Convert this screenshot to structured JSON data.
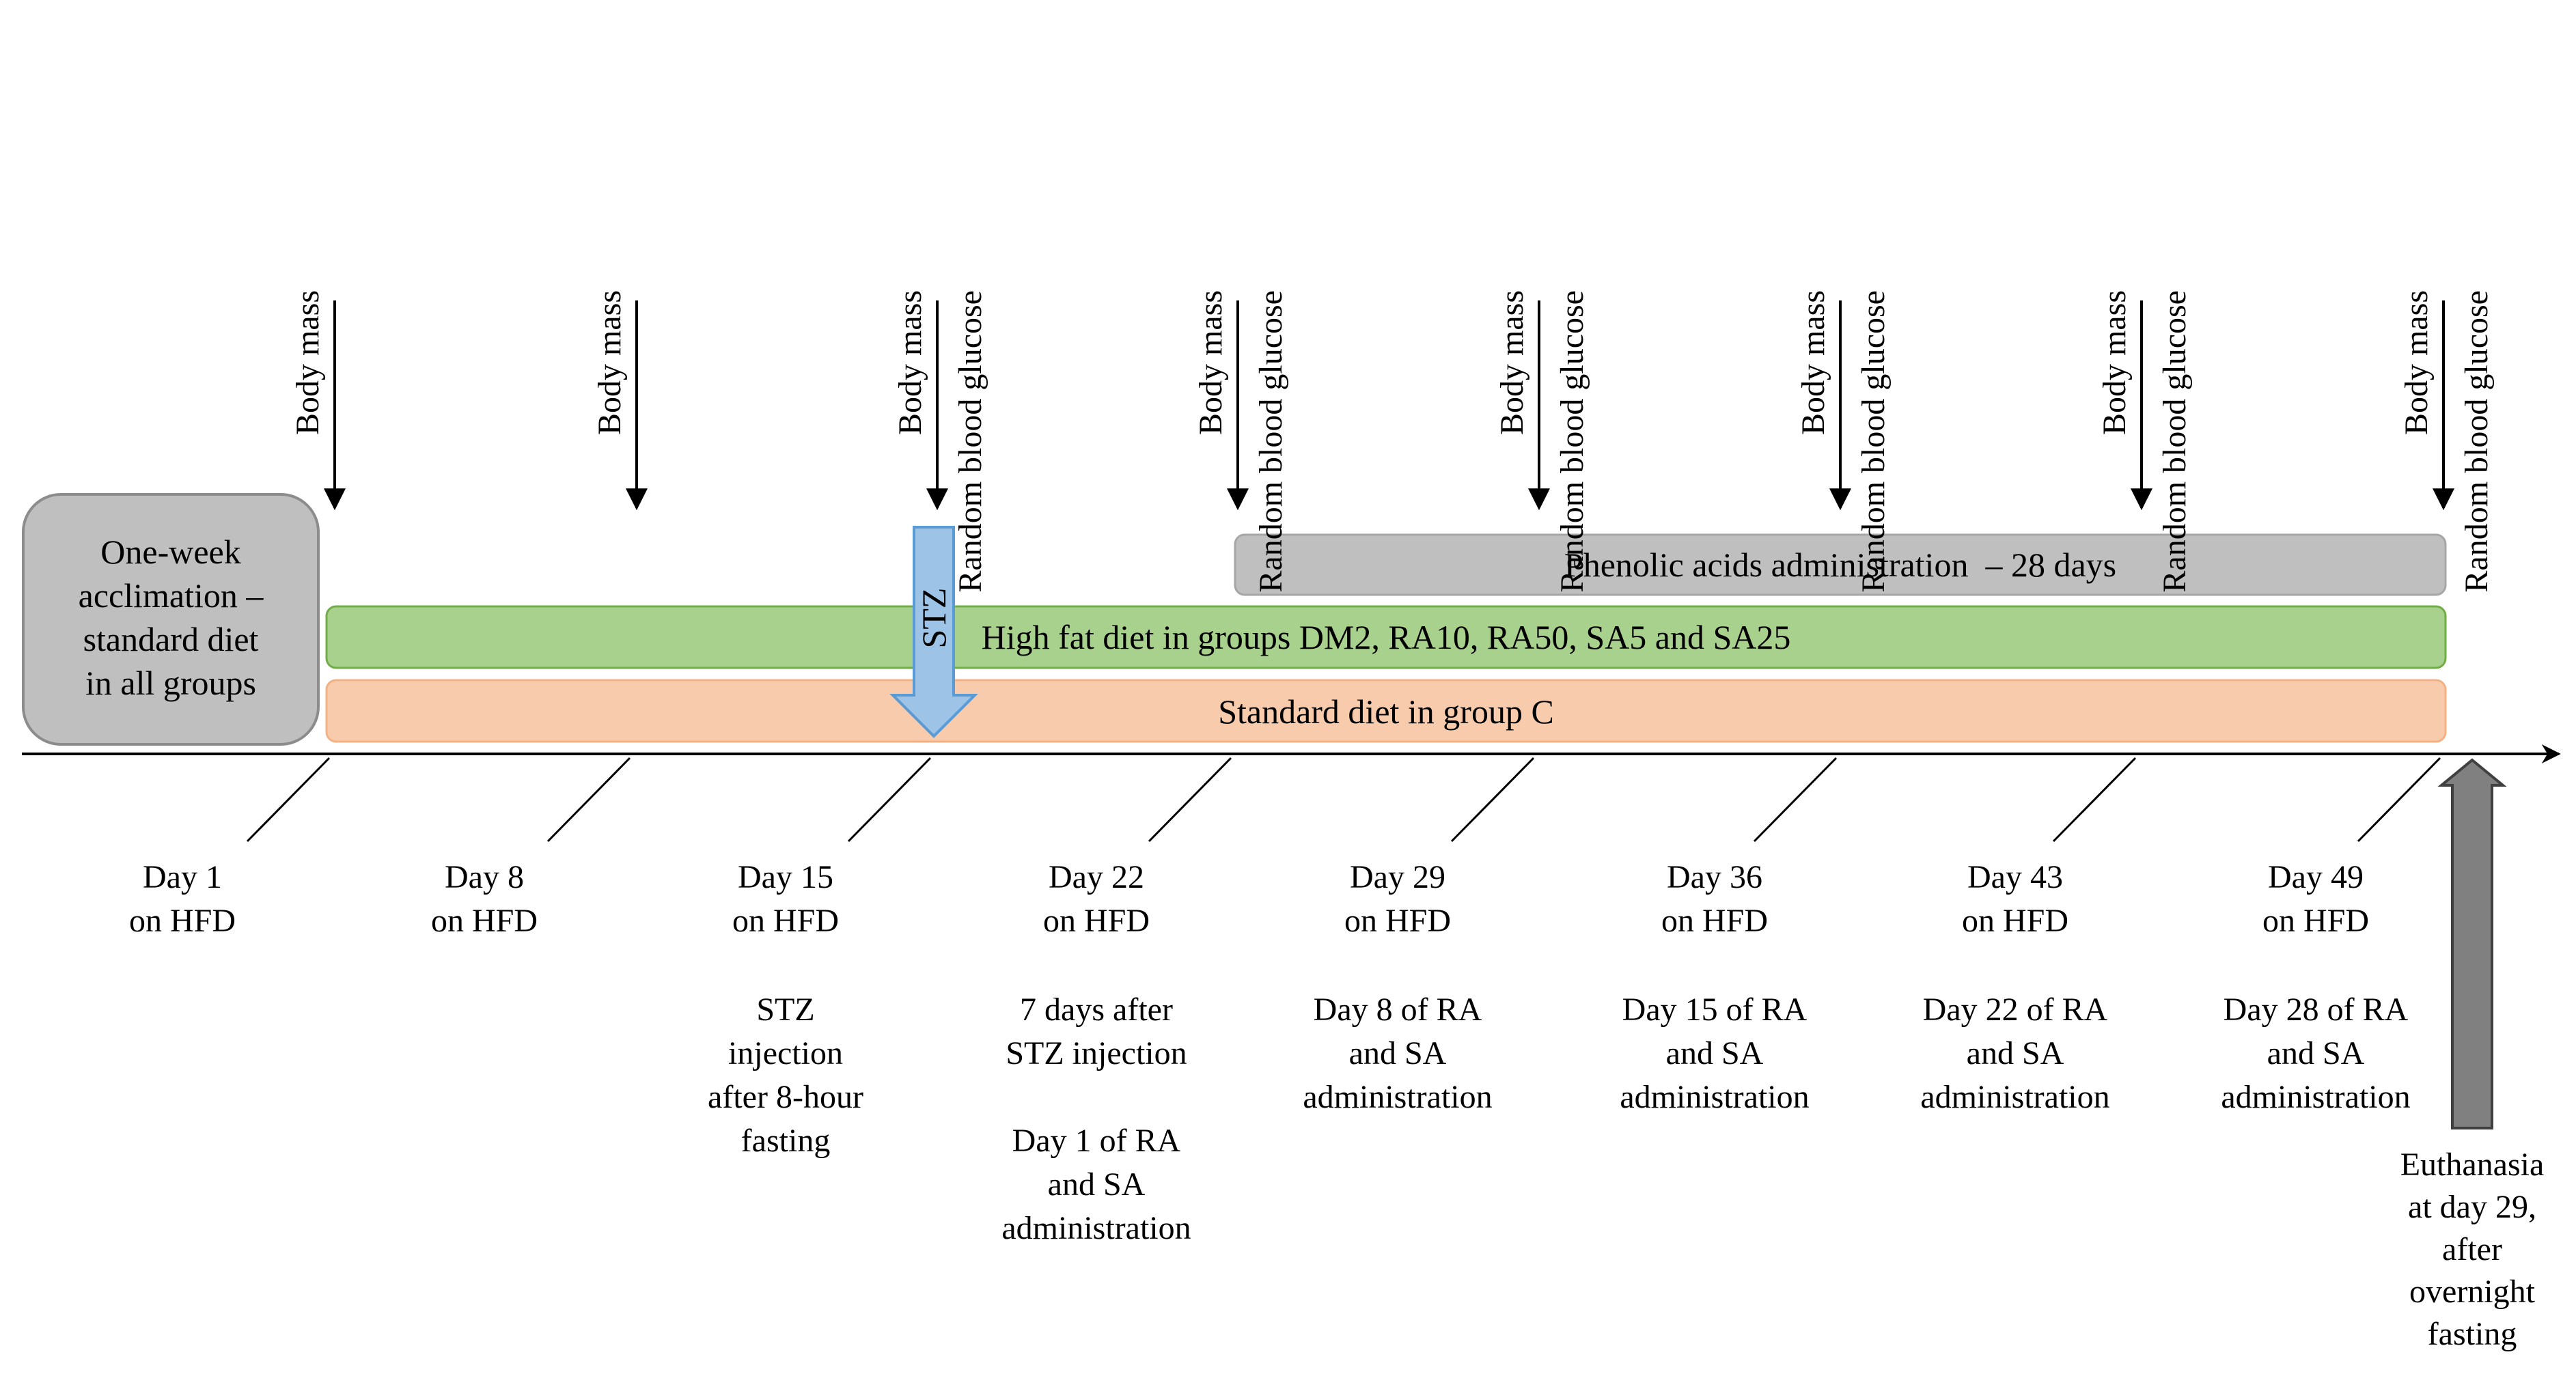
{
  "acclimation": {
    "lines": [
      "One-week",
      "acclimation –",
      "standard diet",
      "in all groups"
    ],
    "fill": "#bfbfbf",
    "stroke": "#8c8c8c"
  },
  "bars": {
    "phenolic": {
      "label": "Phenolic acids administration  – 28 days",
      "fill": "#bfbfbf",
      "stroke": "#a6a6a6"
    },
    "high_fat": {
      "label": "High fat diet in groups DM2, RA10, RA50, SA5 and SA25",
      "fill": "#a9d18e",
      "stroke": "#70ad47"
    },
    "standard": {
      "label": "Standard diet in group C",
      "fill": "#f8cbad",
      "stroke": "#f4b183"
    }
  },
  "stz_arrow": {
    "label": "STZ",
    "fill": "#9dc3e6",
    "stroke": "#5b9bd5"
  },
  "euthanasia_arrow": {
    "lines": [
      "Euthanasia",
      "at day 29,",
      "after",
      "overnight",
      "fasting"
    ],
    "fill": "#808080",
    "stroke": "#404040"
  },
  "measurements": [
    {
      "items": [
        "Body mass"
      ]
    },
    {
      "items": [
        "Body mass"
      ]
    },
    {
      "items": [
        "Body mass",
        "Random blood glucose"
      ]
    },
    {
      "items": [
        "Body mass",
        "Random blood glucose"
      ]
    },
    {
      "items": [
        "Body mass",
        "Random blood glucose"
      ]
    },
    {
      "items": [
        "Body mass",
        "Random blood glucose"
      ]
    },
    {
      "items": [
        "Body mass",
        "Random blood glucose"
      ]
    },
    {
      "items": [
        "Body mass",
        "Random blood glucose"
      ]
    }
  ],
  "days": [
    {
      "day": "Day 1",
      "sub": "on HFD",
      "notes": []
    },
    {
      "day": "Day 8",
      "sub": "on HFD",
      "notes": []
    },
    {
      "day": "Day 15",
      "sub": "on HFD",
      "notes": [
        [
          "STZ",
          "injection",
          "after 8-hour",
          "fasting"
        ]
      ]
    },
    {
      "day": "Day 22",
      "sub": "on HFD",
      "notes": [
        [
          "7 days after",
          "STZ injection"
        ],
        [
          "Day 1 of RA",
          "and SA",
          "administration"
        ]
      ]
    },
    {
      "day": "Day 29",
      "sub": "on HFD",
      "notes": [
        [
          "Day 8 of RA",
          "and SA",
          "administration"
        ]
      ]
    },
    {
      "day": "Day 36",
      "sub": "on HFD",
      "notes": [
        [
          "Day 15 of RA",
          "and SA",
          "administration"
        ]
      ]
    },
    {
      "day": "Day 43",
      "sub": "on HFD",
      "notes": [
        [
          "Day 22 of RA",
          "and SA",
          "administration"
        ]
      ]
    },
    {
      "day": "Day 49",
      "sub": "on HFD",
      "notes": [
        [
          "Day 28 of RA",
          "and SA",
          "administration"
        ]
      ]
    }
  ]
}
